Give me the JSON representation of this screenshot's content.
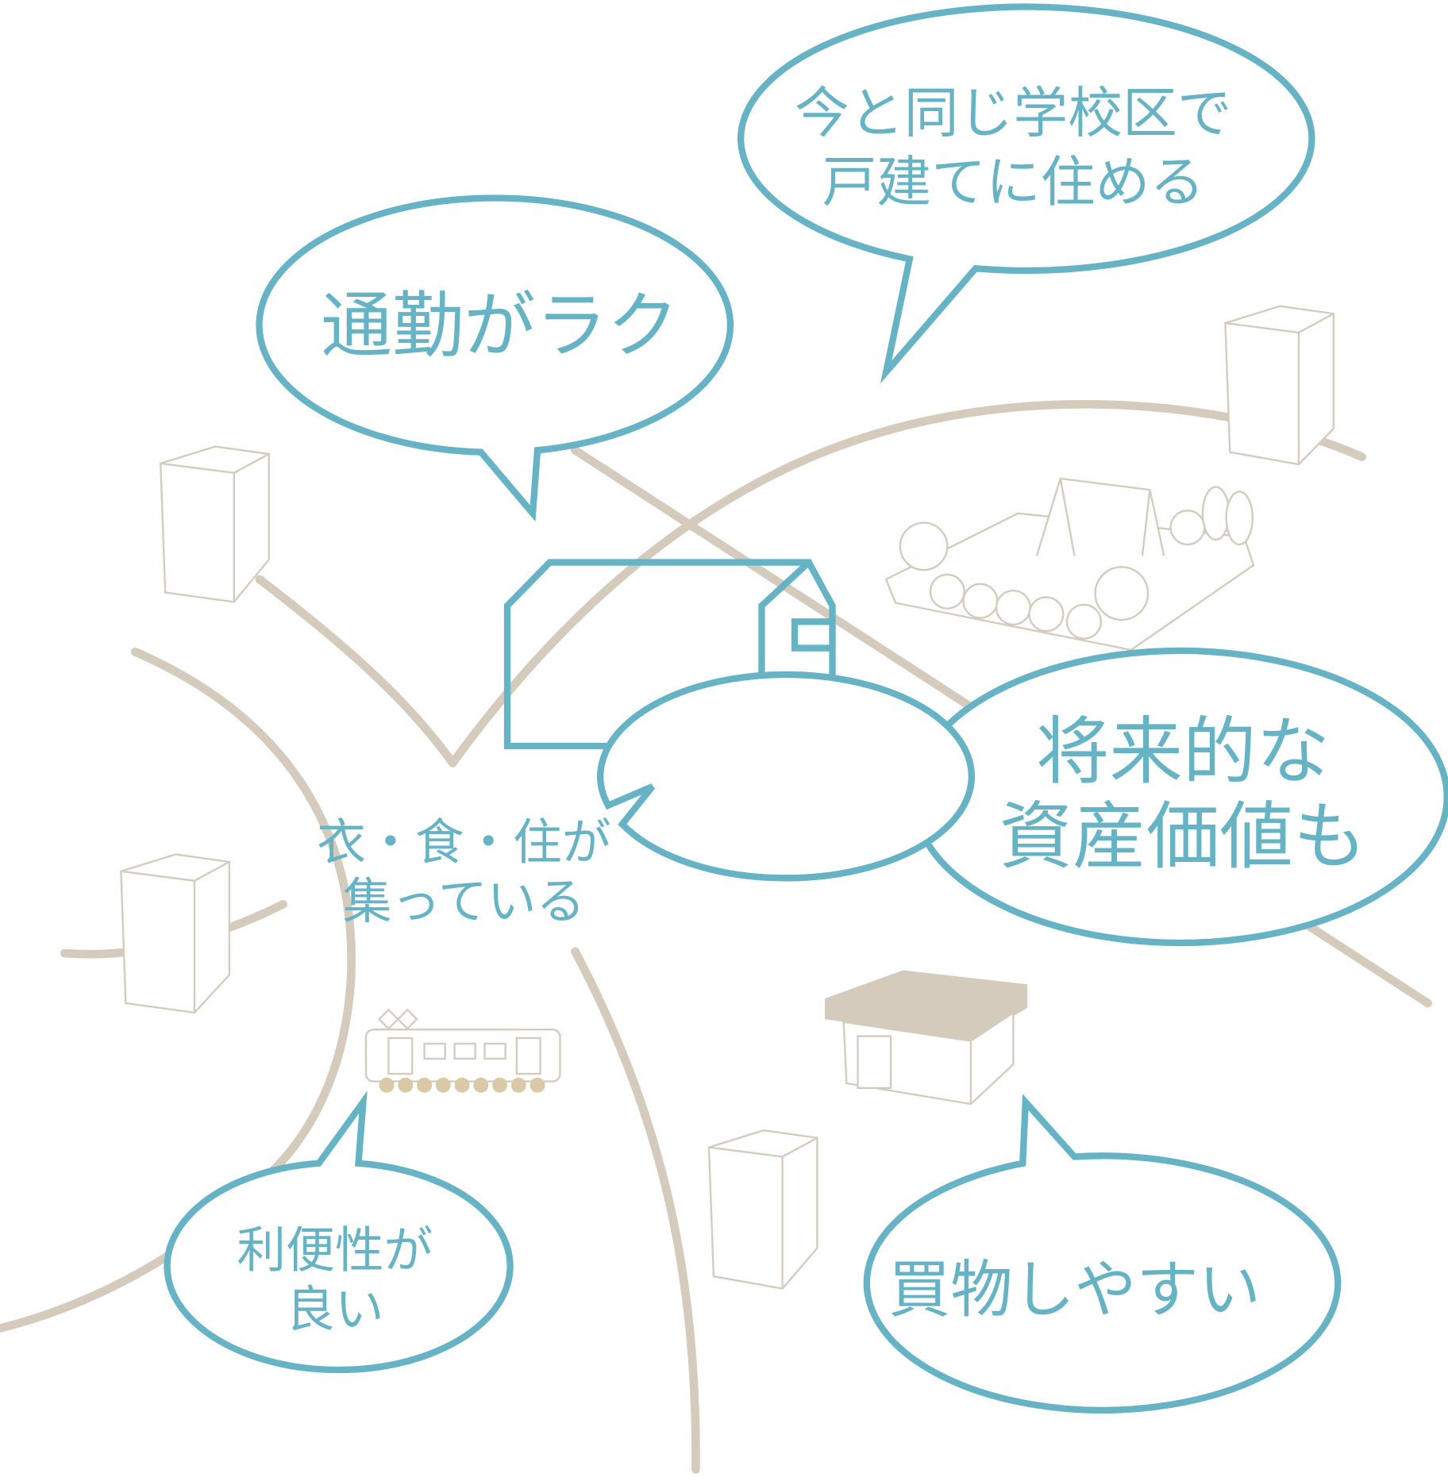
{
  "colors": {
    "accent": "#66b3c6",
    "road": "#d5cbbd"
  },
  "bubbles": {
    "school": {
      "line1": "今と同じ学校区で",
      "line2": "戸建てに住める"
    },
    "commute": {
      "line1": "通勤がラク"
    },
    "asset": {
      "line1": "将来的な",
      "line2": "資産価値も"
    },
    "living": {
      "line1": "衣・食・住が",
      "line2": "集っている"
    },
    "convenience": {
      "line1": "利便性が",
      "line2": "良い"
    },
    "shopping": {
      "line1": "買物しやすい"
    }
  }
}
